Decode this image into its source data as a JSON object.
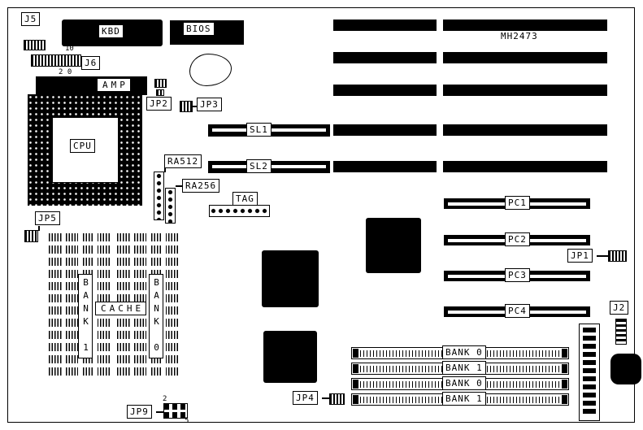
{
  "board": {
    "title": "MH2473",
    "ink": "#000000",
    "paper": "#ffffff"
  },
  "connectors": {
    "j5": "J5",
    "j6": "J6",
    "jp1": "JP1",
    "jp2": "JP2",
    "jp3": "JP3",
    "jp4": "JP4",
    "jp5": "JP5",
    "jp9": "JP9",
    "j2": "J2"
  },
  "pin_labels": {
    "j6_top": "10",
    "j6_bottom": "2 0",
    "jp9_top": "2",
    "jp9_bottom": "5"
  },
  "chips": {
    "kbd": "KBD",
    "bios": "BIOS",
    "amp": "AMP",
    "cpu": "CPU",
    "tag": "TAG",
    "ra512": "RA512",
    "ra256": "RA256"
  },
  "slots": {
    "sl1": "SL1",
    "sl2": "SL2",
    "pc1": "PC1",
    "pc2": "PC2",
    "pc3": "PC3",
    "pc4": "PC4"
  },
  "cache": {
    "left_bank": "BANK 1",
    "right_bank": "BANK 0",
    "label": "CACHE"
  },
  "simm": {
    "banks": [
      "BANK 0",
      "BANK 1",
      "BANK 0",
      "BANK 1"
    ]
  }
}
